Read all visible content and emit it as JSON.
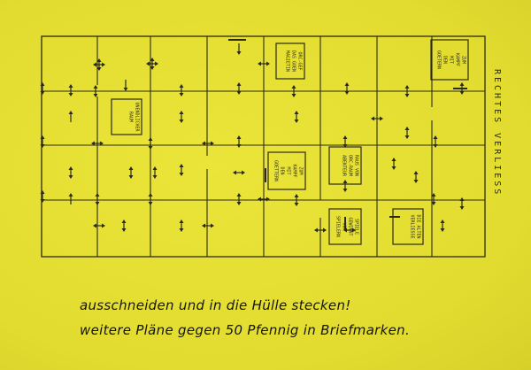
{
  "map": {
    "title": "RECHTES VERLIESS",
    "rooms": [
      {
        "id": "unendlicher-raum",
        "lines": [
          "UNENDLICHER",
          "RAUM"
        ]
      },
      {
        "id": "orc-gefaengnis",
        "lines": [
          "ORC-GEF",
          "DAS GOEN",
          "MAGIETIN"
        ]
      },
      {
        "id": "zum-kampf-1",
        "lines": [
          "ZUM",
          "KAMPF",
          "MIT",
          "DEN",
          "GOETERN"
        ]
      },
      {
        "id": "zum-kampf-2",
        "lines": [
          "ZUM",
          "KAMPF",
          "MIT",
          "DEN",
          "GOETTERN"
        ]
      },
      {
        "id": "raus-von",
        "lines": [
          "RAUS VON",
          "ORC-RAUM",
          "ABENTEUR"
        ]
      },
      {
        "id": "spiele-gewinnen",
        "lines": [
          "SPIELE",
          "GEWINNT",
          "VOR",
          "SPIELERN"
        ]
      },
      {
        "id": "die-alten",
        "lines": [
          "DIE ALTEN",
          "VERLIESSE"
        ]
      }
    ]
  },
  "captions": {
    "line1": "ausschneiden und in die Hülle stecken!",
    "line2": "weitere Pläne gegen 50 Pfennig in Briefmarken."
  },
  "colors": {
    "paper": "#e6e033",
    "ink": "#2a2a1c"
  }
}
